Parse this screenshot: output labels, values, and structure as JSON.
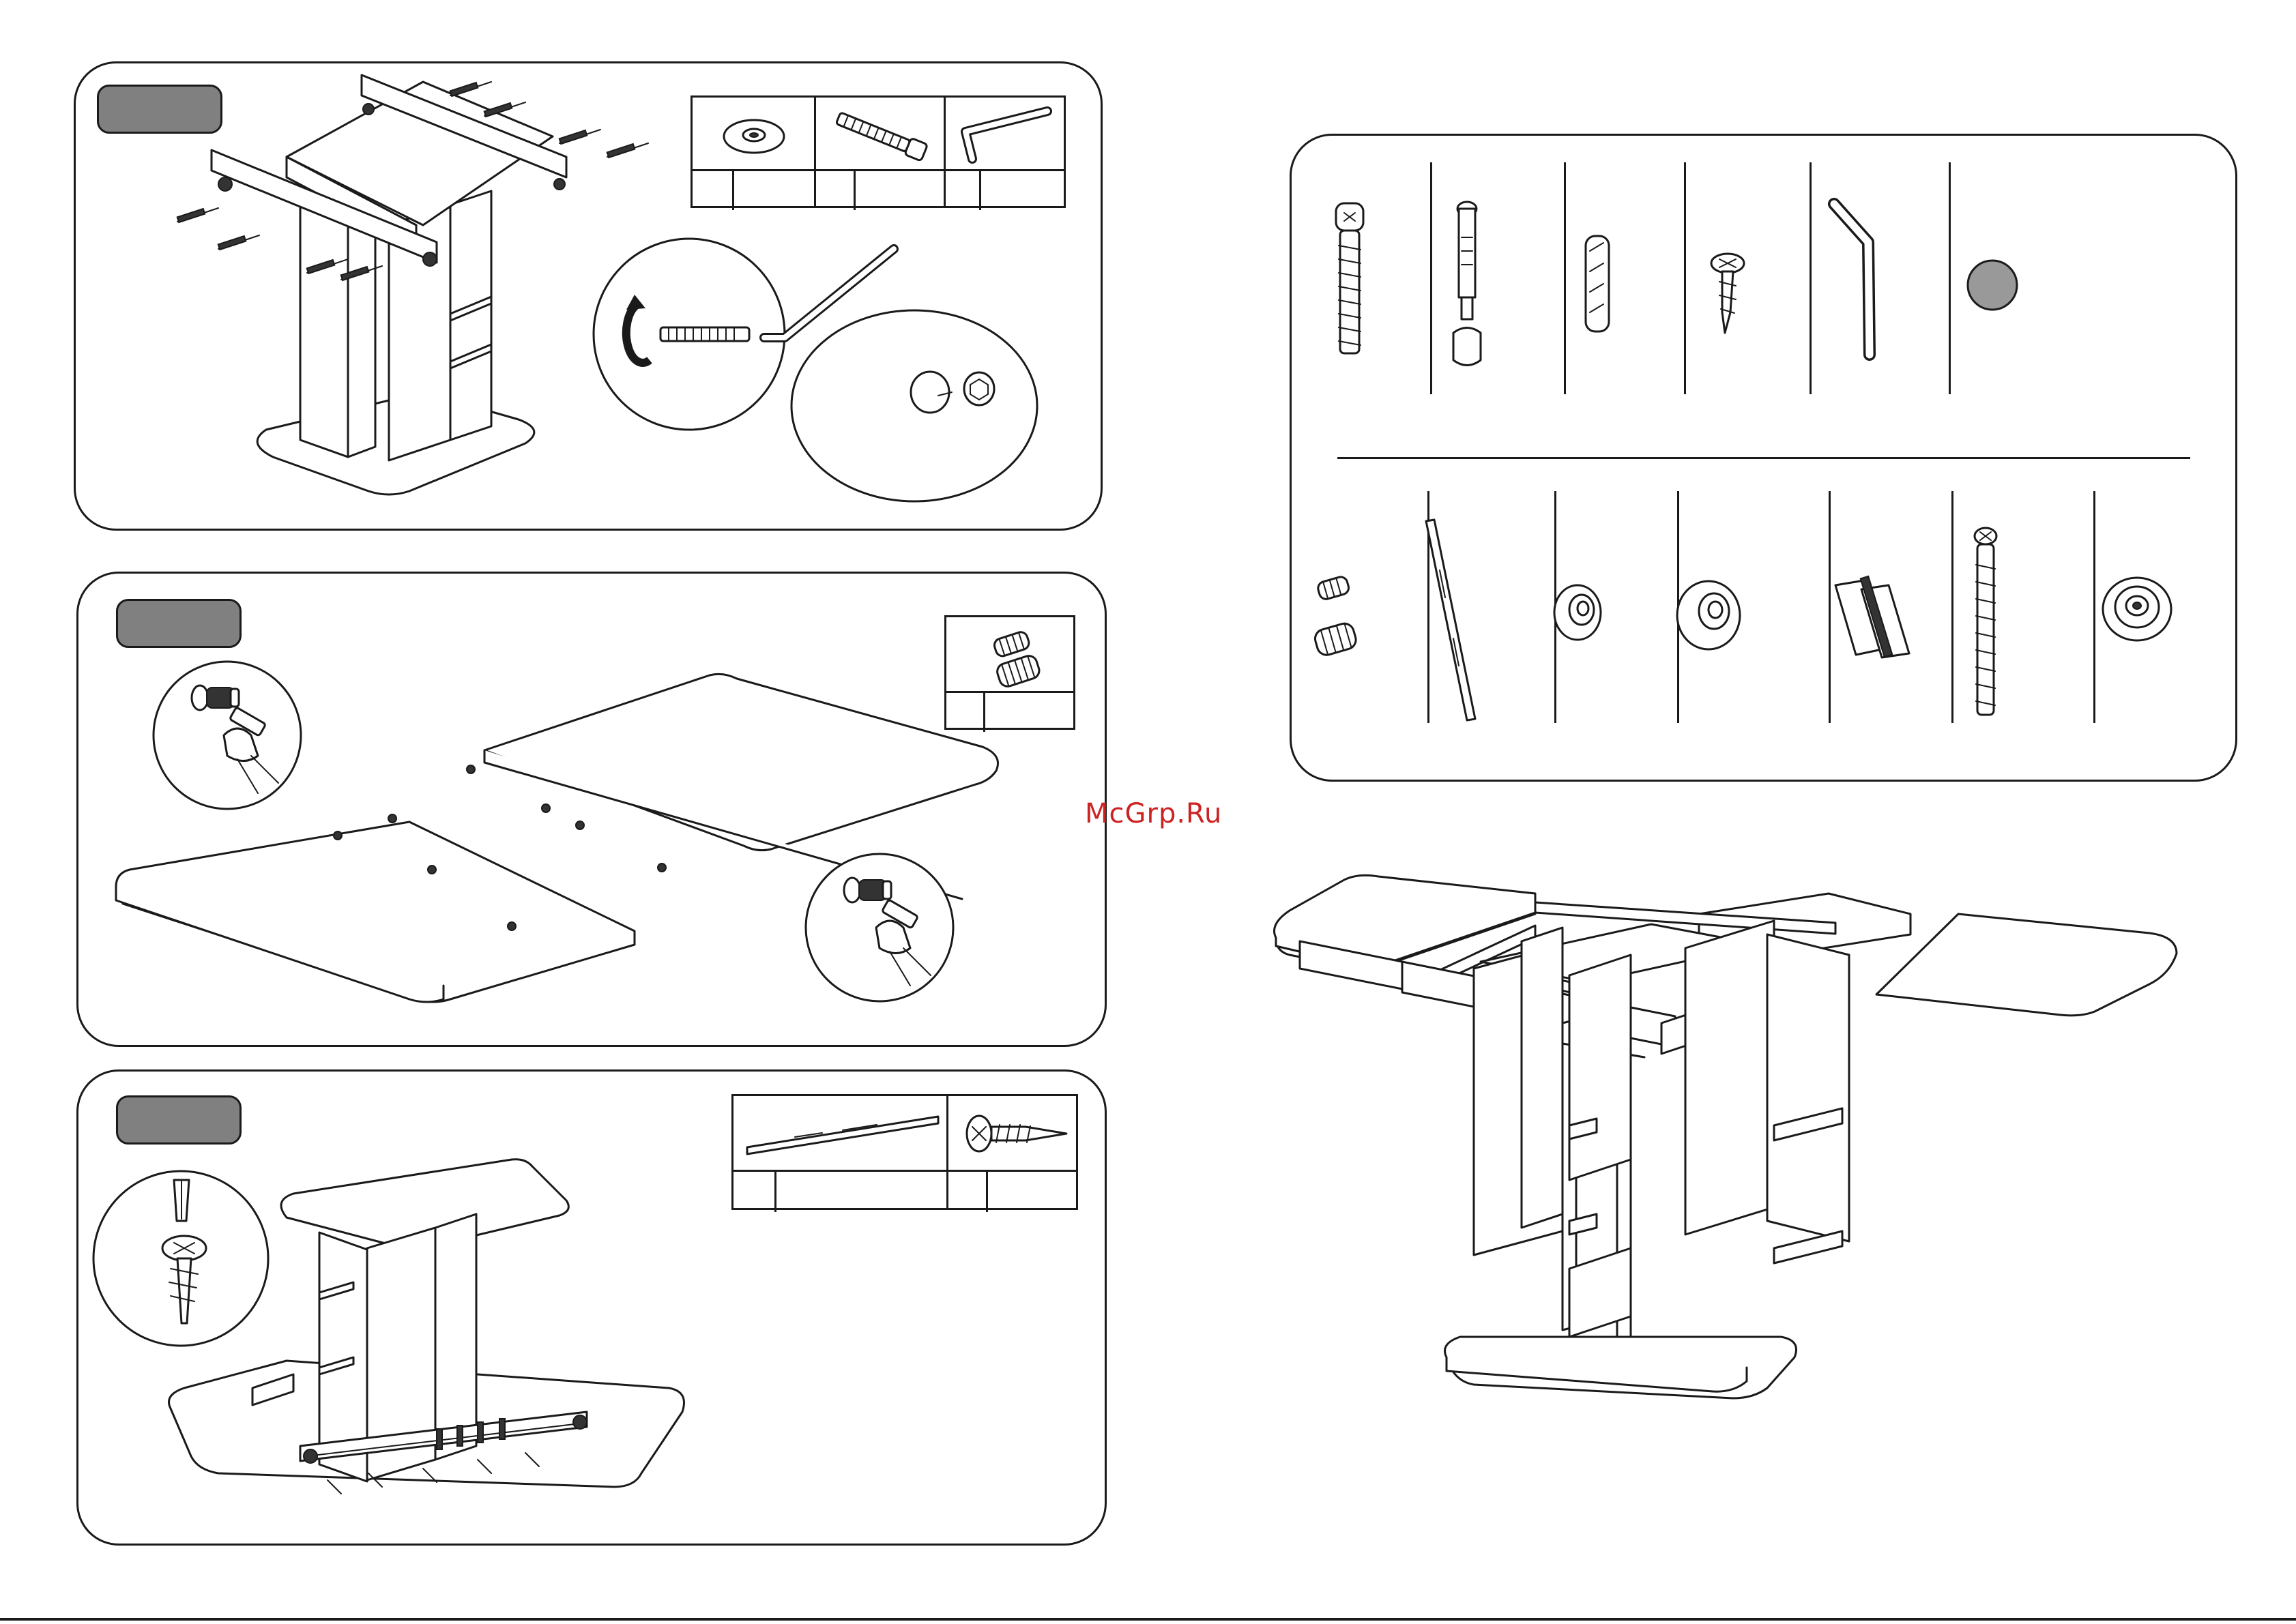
{
  "watermark": "McGrp.Ru",
  "colors": {
    "outline": "#1a1a1a",
    "step_badge": "#808080",
    "watermark": "#cc2222",
    "background": "#ffffff"
  },
  "panels": [
    {
      "id": "step-1",
      "icons": [
        "cam-disc-icon",
        "confirmat-screw-icon",
        "allen-key-icon"
      ]
    },
    {
      "id": "step-2",
      "icons": [
        "dowel-pair-icon",
        "hammer-icon"
      ]
    },
    {
      "id": "step-3",
      "icons": [
        "drawer-runner-icon",
        "wood-screw-icon",
        "screwdriver-icon"
      ]
    }
  ],
  "parts_panel": {
    "row_top": [
      "confirmat-screw-icon",
      "cam-bolt-icon",
      "wood-dowel-icon",
      "wood-screw-icon",
      "allen-key-icon",
      "cap-icon"
    ],
    "row_bottom": [
      "metal-dowels-icon",
      "runner-rail-icon",
      "cam-lock-small-icon",
      "cam-lock-large-icon",
      "hinge-icon",
      "long-screw-icon",
      "glide-pad-icon"
    ]
  }
}
